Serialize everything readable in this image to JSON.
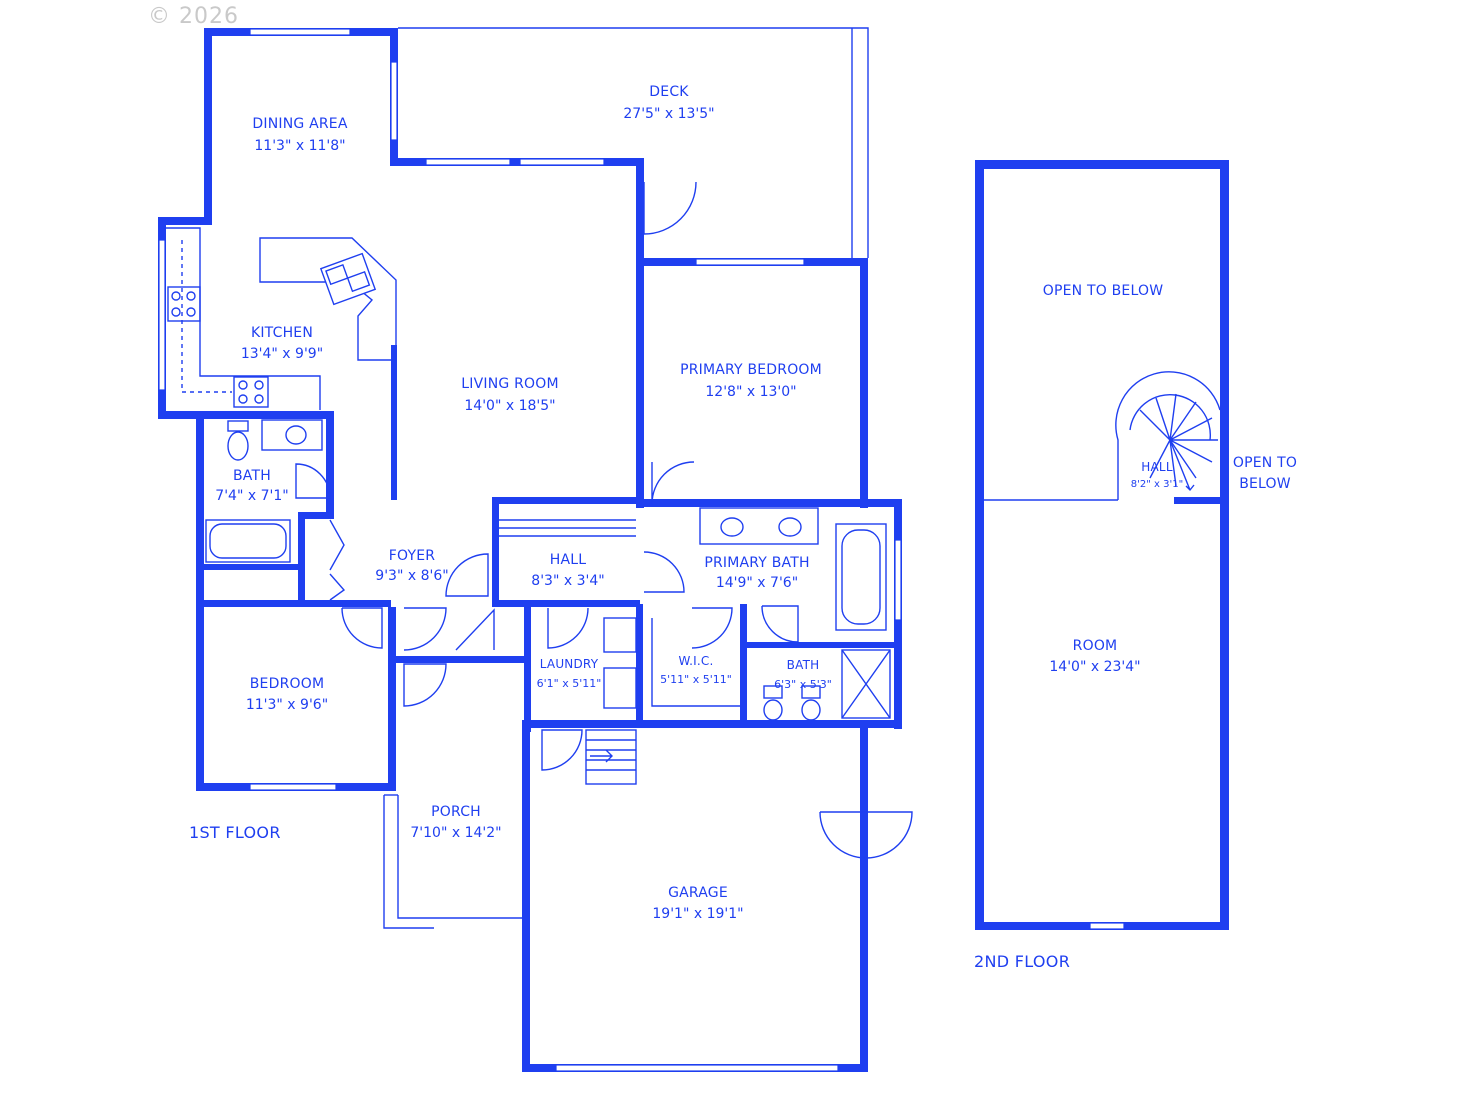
{
  "copyright": "© 2026",
  "floors": {
    "first": "1ST FLOOR",
    "second": "2ND FLOOR"
  },
  "rooms": {
    "deck": {
      "name": "DECK",
      "dim": "27'5\" x 13'5\""
    },
    "dining": {
      "name": "DINING AREA",
      "dim": "11'3\" x 11'8\""
    },
    "kitchen": {
      "name": "KITCHEN",
      "dim": "13'4\" x 9'9\""
    },
    "living": {
      "name": "LIVING ROOM",
      "dim": "14'0\" x 18'5\""
    },
    "primary_bedroom": {
      "name": "PRIMARY BEDROOM",
      "dim": "12'8\" x 13'0\""
    },
    "bath1": {
      "name": "BATH",
      "dim": "7'4\" x 7'1\""
    },
    "foyer": {
      "name": "FOYER",
      "dim": "9'3\" x 8'6\""
    },
    "hall1": {
      "name": "HALL",
      "dim": "8'3\" x 3'4\""
    },
    "primary_bath": {
      "name": "PRIMARY BATH",
      "dim": "14'9\" x 7'6\""
    },
    "bedroom": {
      "name": "BEDROOM",
      "dim": "11'3\" x 9'6\""
    },
    "laundry": {
      "name": "LAUNDRY",
      "dim": "6'1\" x 5'11\""
    },
    "wic": {
      "name": "W.I.C.",
      "dim": "5'11\" x 5'11\""
    },
    "bath2": {
      "name": "BATH",
      "dim": "6'3\" x 5'3\""
    },
    "porch": {
      "name": "PORCH",
      "dim": "7'10\" x 14'2\""
    },
    "garage": {
      "name": "GARAGE",
      "dim": "19'1\" x 19'1\""
    },
    "open_below_top": {
      "name": "OPEN TO BELOW"
    },
    "hall2": {
      "name": "HALL",
      "dim": "8'2\" x 3'1\""
    },
    "open_below_side": {
      "line1": "OPEN TO",
      "line2": "BELOW"
    },
    "room2": {
      "name": "ROOM",
      "dim": "14'0\" x 23'4\""
    }
  }
}
